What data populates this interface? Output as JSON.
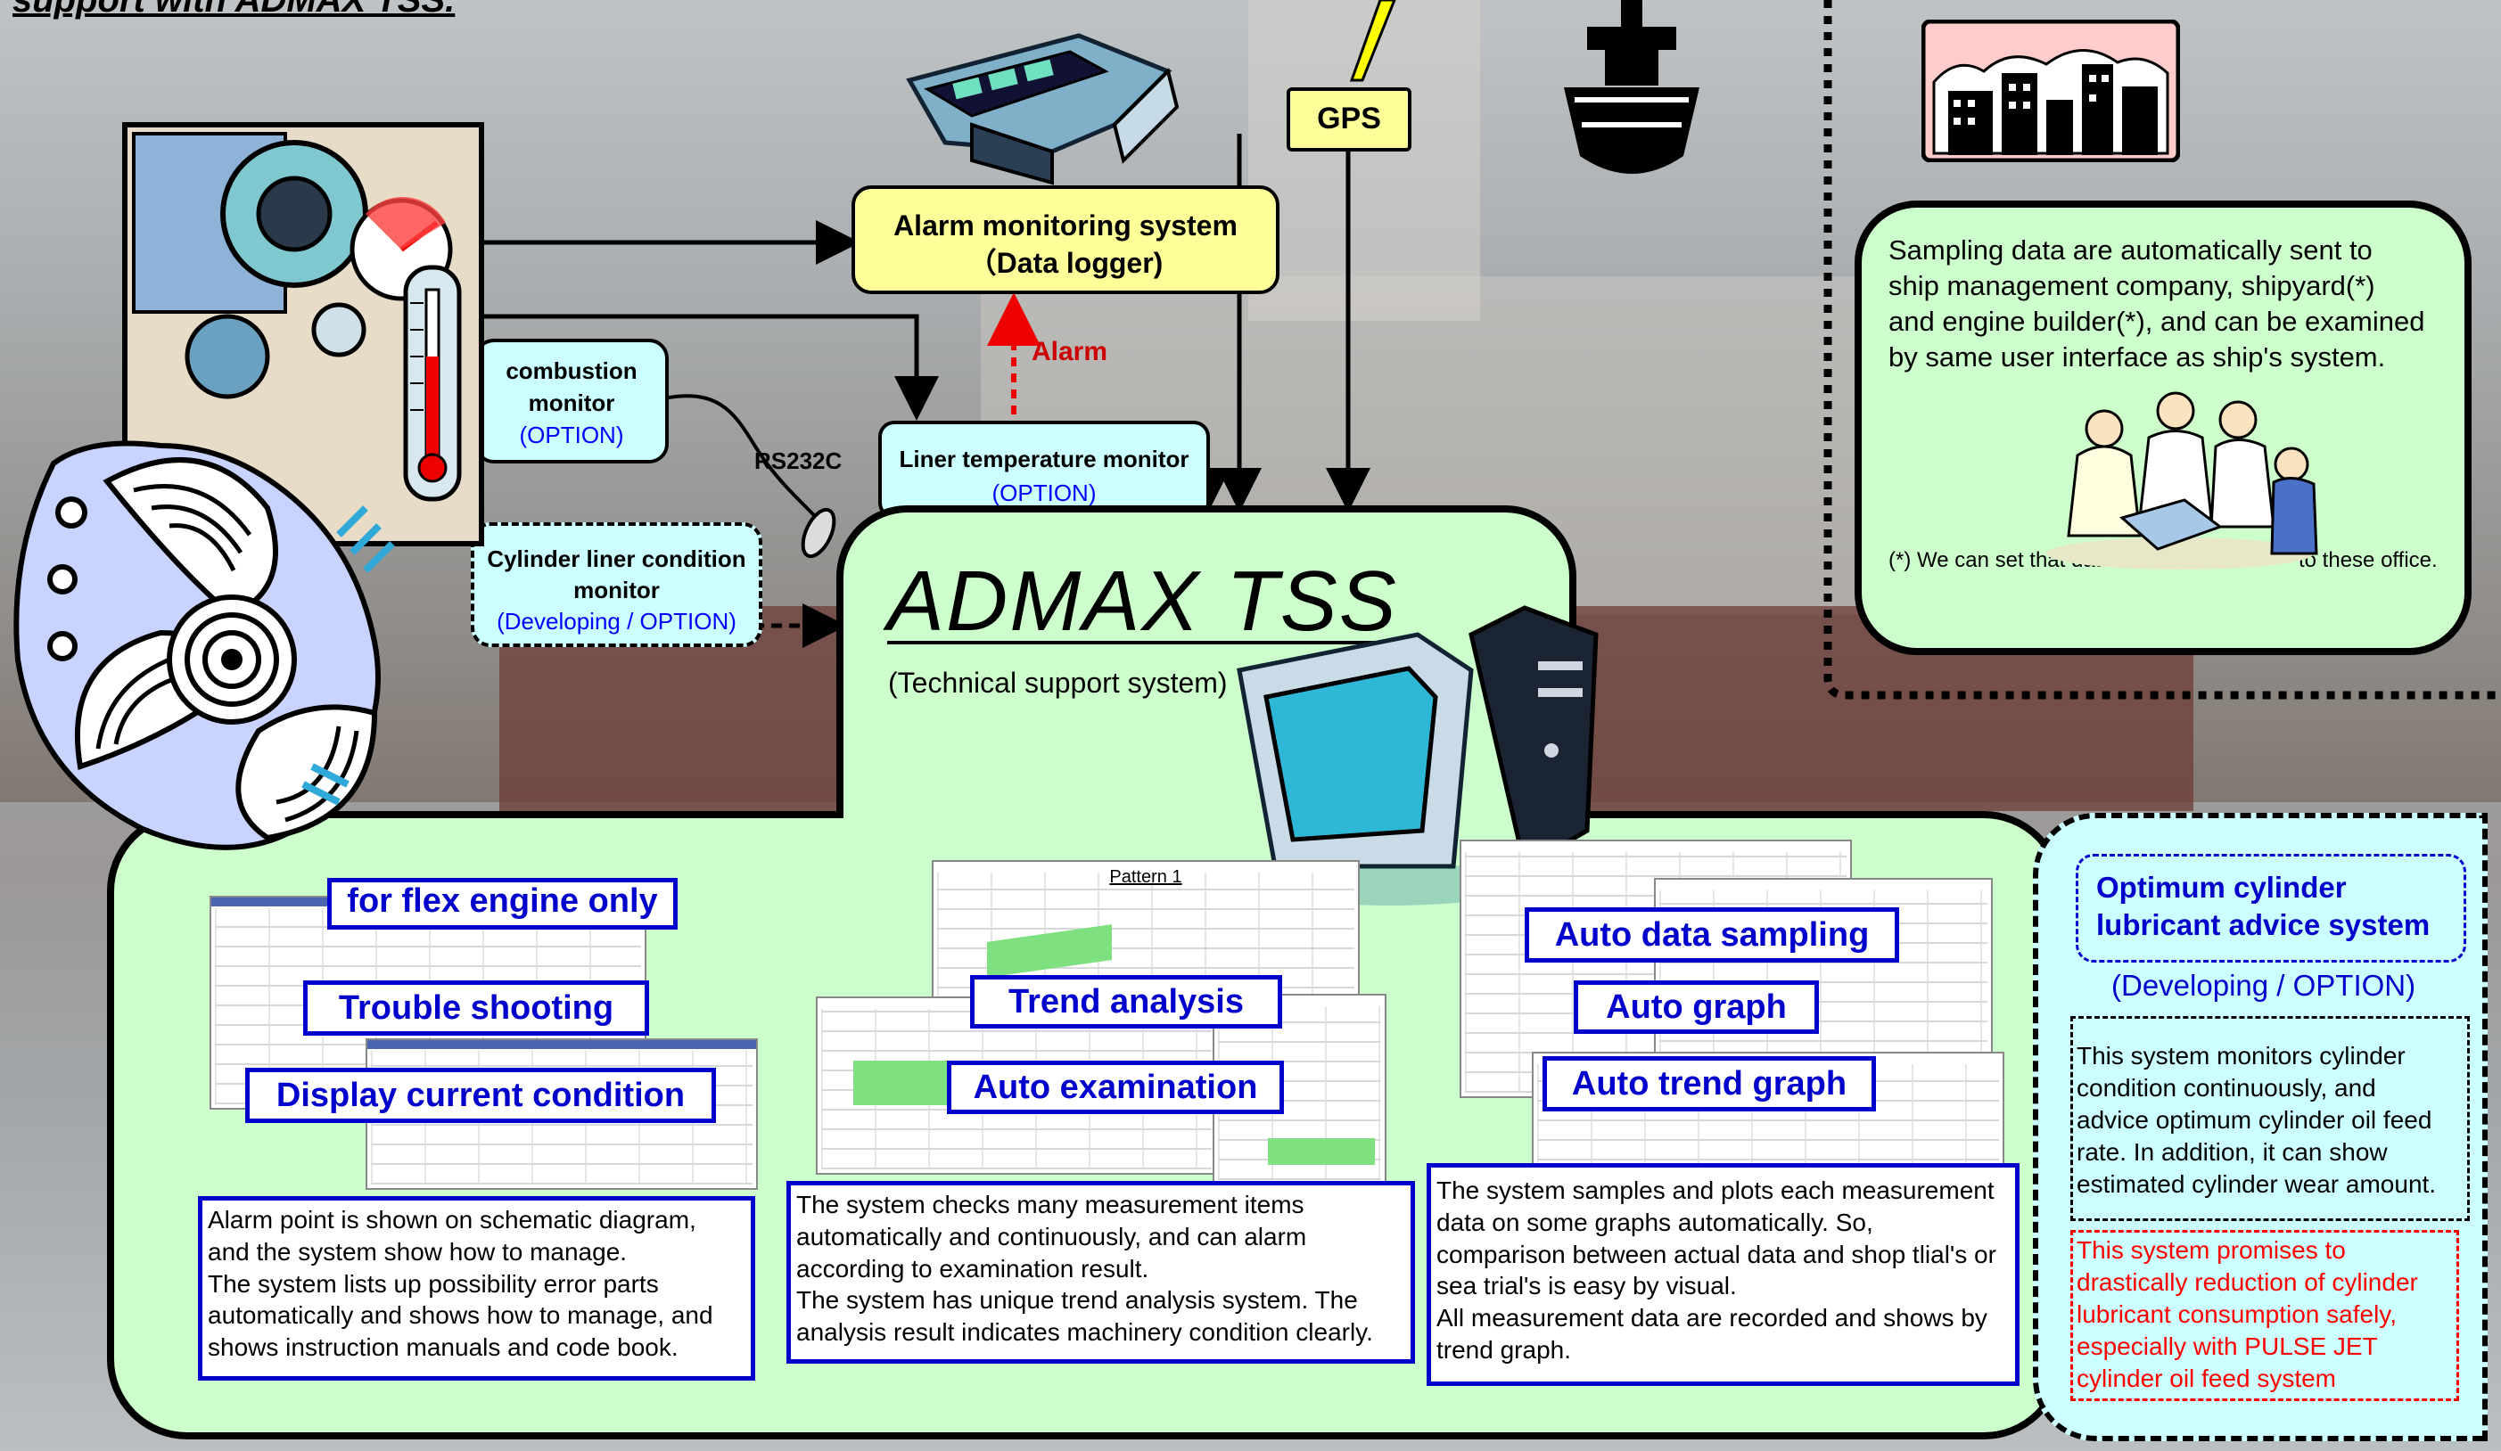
{
  "header": {
    "title_partial": "support with ADMAX TSS."
  },
  "gps": {
    "label": "GPS"
  },
  "alarm_system": {
    "line1": "Alarm monitoring system",
    "line2": "（Data logger)"
  },
  "alarm_arrow": {
    "label": "Alarm"
  },
  "rs232c": {
    "label": "RS232C"
  },
  "combustion": {
    "line1": "combustion",
    "line2": "monitor",
    "option": "(OPTION)"
  },
  "liner_temp": {
    "line1": "Liner temperature monitor",
    "option": "(OPTION)"
  },
  "cyl_liner": {
    "line1": "Cylinder liner condition",
    "line2": "monitor",
    "option": "(Developing / OPTION)"
  },
  "admax": {
    "title": "ADMAX TSS",
    "subtitle": "(Technical support system)"
  },
  "office": {
    "line1": "Sampling data are automatically sent to",
    "line2": "ship management company, shipyard(*)",
    "line3": "and engine builder(*), and can be examined",
    "line4": "by same user interface as ship's system.",
    "footnote_a": "(*) We can set that data",
    "footnote_b": "to these office."
  },
  "left_col": {
    "labels": [
      "for flex engine only",
      "Trouble shooting",
      "Display current condition"
    ],
    "desc": [
      "Alarm point is shown on schematic diagram,",
      "and the system show how to manage.",
      "The system lists up possibility error parts",
      "automatically and shows how to manage, and",
      "shows instruction manuals and code book."
    ]
  },
  "mid_col": {
    "shot_title": "Pattern 1",
    "labels": [
      "Trend analysis",
      "Auto examination"
    ],
    "desc": [
      "The system checks many measurement items",
      "automatically and continuously, and can alarm",
      "according to examination result.",
      "The system has unique trend analysis system. The",
      "analysis result indicates machinery condition clearly."
    ]
  },
  "right_col": {
    "labels": [
      "Auto data sampling",
      "Auto graph",
      "Auto trend graph"
    ],
    "desc": [
      "The system samples and plots each measurement",
      "data on some graphs automatically. So,",
      "comparison between actual data and shop tlial's or",
      "sea trial's is easy by visual.",
      "All measurement data are recorded and shows by",
      "trend graph."
    ]
  },
  "optimum": {
    "title1": "Optimum cylinder",
    "title2": "lubricant advice system",
    "option": "(Developing / OPTION)",
    "desc": [
      "This system monitors cylinder",
      "condition continuously, and",
      "advice optimum cylinder oil feed",
      "rate. In addition, it can show",
      "estimated cylinder wear amount."
    ],
    "promise": [
      "This system promises to",
      "drastically reduction of cylinder",
      "lubricant consumption safely,",
      "especially with PULSE JET",
      "cylinder oil feed system"
    ]
  },
  "colors": {
    "green_panel": "#ccffcc",
    "cyan_box": "#ccffff",
    "yellow_box": "#ffff99",
    "blue_label": "#0000cc",
    "red_text": "#ff0000",
    "alarm_red": "#cc0000"
  },
  "icons": [
    "engine-propeller-clipart",
    "control-panel-clipart",
    "lightning-icon",
    "ship-silhouette-icon",
    "city-office-clipart",
    "meeting-people-clipart",
    "desktop-computer-clipart"
  ]
}
